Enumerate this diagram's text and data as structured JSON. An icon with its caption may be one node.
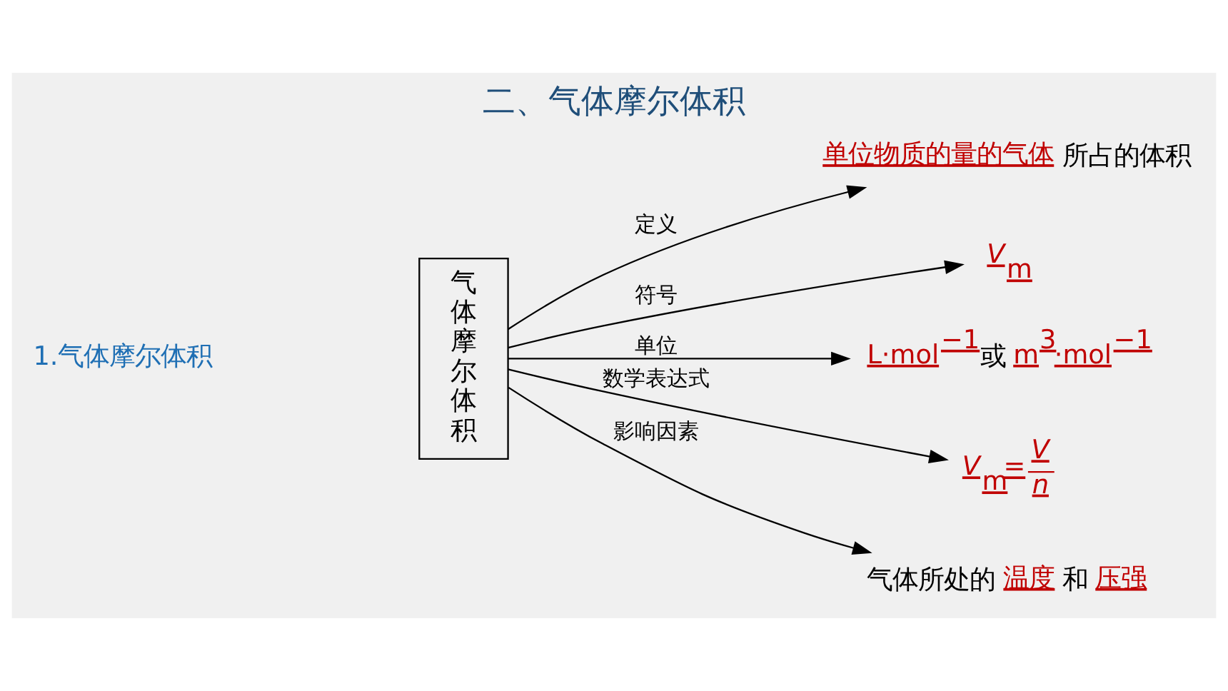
{
  "diagram": {
    "title": "二、气体摩尔体积",
    "nodes": [
      {
        "text": [
          "气体摩尔体积"
        ]
      },
      {
        "text": [
          "单位物质的量的气体",
          "所占的体积"
        ]
      },
      {
        "text": [
          "*V*$_{m}$"
        ]
      },
      {
        "text": [
          "L·mol$^{−1}$",
          "或",
          "m$^{3}$·mol$^{−1}$"
        ]
      },
      {
        "text": [
          "*V*$_{m}$=",
          "*V*",
          "*n*"
        ]
      },
      {
        "text": [
          "气体所处的",
          "温度",
          "和",
          "压强"
        ]
      }
    ],
    "edges": [
      {
        "from": 0,
        "to": 1,
        "arrow": "to",
        "label": "定义"
      },
      {
        "from": 0,
        "to": 2,
        "arrow": "to",
        "label": "符号"
      },
      {
        "from": 0,
        "to": 3,
        "arrow": "to",
        "label": "单位"
      },
      {
        "from": 0,
        "to": 4,
        "arrow": "to",
        "label": "数学表达式"
      },
      {
        "from": 0,
        "to": 5,
        "arrow": "to",
        "label": "影响因素"
      }
    ],
    "labels": [
      "1.气体摩尔体积"
    ]
  }
}
